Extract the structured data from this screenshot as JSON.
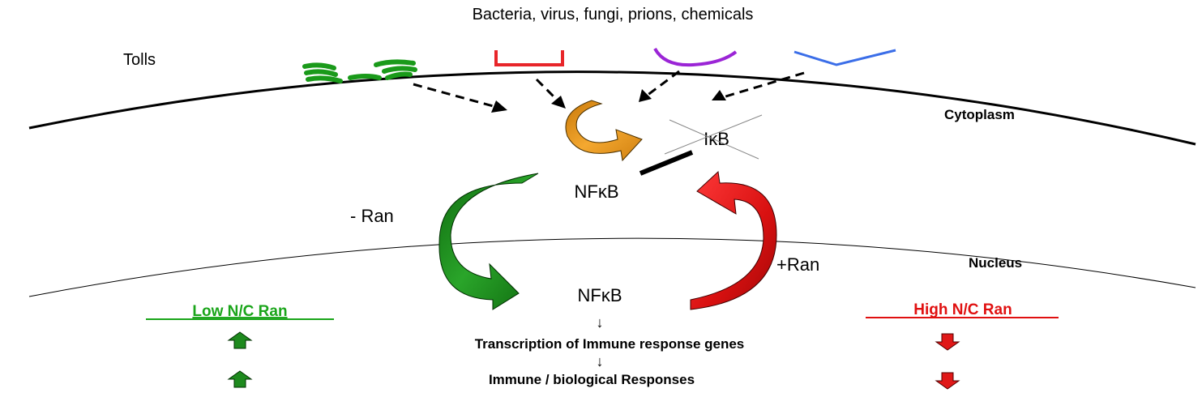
{
  "top_label": "Bacteria, virus, fungi, prions, chemicals",
  "membrane_label": "Tolls",
  "compartments": {
    "cytoplasm": "Cytoplasm",
    "nucleus": "Nucleus"
  },
  "inhibitor_label": "IκB",
  "nfkb_cytoplasm": "NFκB",
  "nfkb_nucleus": "NFκB",
  "minus_ran": "- Ran",
  "plus_ran": "+Ran",
  "low_ran": "Low N/C Ran",
  "high_ran": "High N/C Ran",
  "flow_arrow": "↓",
  "transcription": "Transcription of Immune response genes",
  "responses": "Immune / biological Responses",
  "colors": {
    "green_receptor": "#1a9a1a",
    "red_receptor": "#e8262a",
    "purple_receptor": "#9b25d6",
    "blue_receptor": "#3b6ee8",
    "orange_arrow": "#f0a020",
    "green_arrow": "#1e8a1e",
    "red_arrow": "#e01818",
    "low_ran_text": "#1aa51a",
    "high_ran_text": "#e01010"
  }
}
